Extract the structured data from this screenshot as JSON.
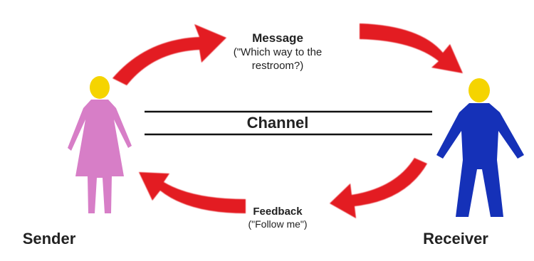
{
  "diagram": {
    "message": {
      "label": "Message",
      "text": "(\"Which way to the restroom?)"
    },
    "channel": {
      "label": "Channel"
    },
    "feedback": {
      "label": "Feedback",
      "text": "(\"Follow me\")"
    },
    "sender": {
      "label": "Sender"
    },
    "receiver": {
      "label": "Receiver"
    }
  },
  "colors": {
    "arrow": "#e31b23",
    "sender_figure": "#d77ec7",
    "receiver_figure": "#1531b8",
    "head": "#f5d400",
    "channel_line": "#111111"
  }
}
